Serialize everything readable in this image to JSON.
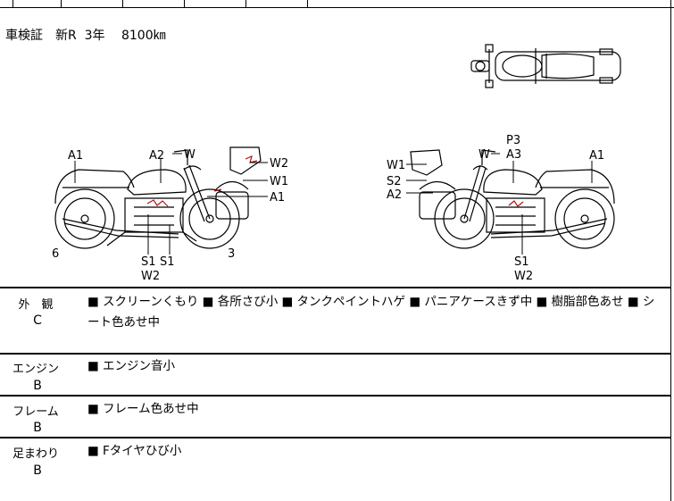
{
  "registration": {
    "text": "車検証　新R  3年　 8100㎞"
  },
  "diagram": {
    "left_bike_labels": {
      "a1": "A1",
      "a2": "A2",
      "w_top": "W",
      "w2": "W2",
      "w1": "W1",
      "a1_right": "A1",
      "num6": "6",
      "num3": "3",
      "s1a": "S1",
      "s1b": "S1",
      "w2_bottom": "W2"
    },
    "right_bike_labels": {
      "w1": "W1",
      "s2": "S2",
      "a2": "A2",
      "w_top": "W",
      "p3": "P3",
      "a3": "A3",
      "a1": "A1",
      "s1": "S1",
      "w2": "W2"
    }
  },
  "condition": {
    "rows": [
      {
        "label": "外　観",
        "grade": "C",
        "text": "■ スクリーンくもり ■ 各所さび小 ■ タンクペイントハゲ ■ パニアケースきず中 ■ 樹脂部色あせ ■ シート色あせ中"
      },
      {
        "label": "エンジン",
        "grade": "B",
        "text": "■ エンジン音小"
      },
      {
        "label": "フレーム",
        "grade": "B",
        "text": "■ フレーム色あせ中"
      },
      {
        "label": "足まわり",
        "grade": "B",
        "text": "■ Fタイヤひび小"
      }
    ]
  },
  "colors": {
    "line": "#000000",
    "damage": "#b01010"
  }
}
